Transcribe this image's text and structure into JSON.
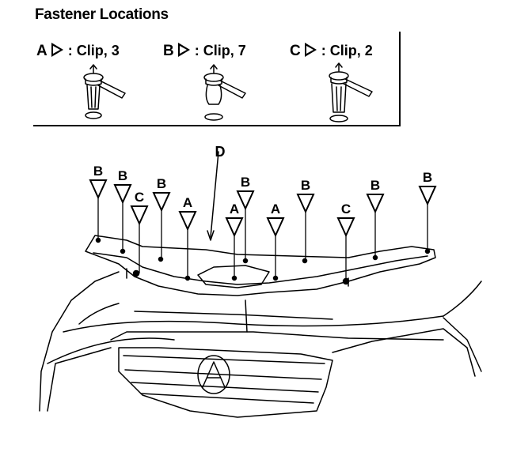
{
  "title": "Fastener Locations",
  "legend": [
    {
      "letter": "A",
      "text": ": Clip, 3"
    },
    {
      "letter": "B",
      "text": ": Clip, 7"
    },
    {
      "letter": "C",
      "text": ": Clip, 2"
    }
  ],
  "part_label": "D",
  "callouts": [
    "B",
    "B",
    "C",
    "B",
    "A",
    "A",
    "B",
    "A",
    "B",
    "C",
    "B",
    "B"
  ]
}
